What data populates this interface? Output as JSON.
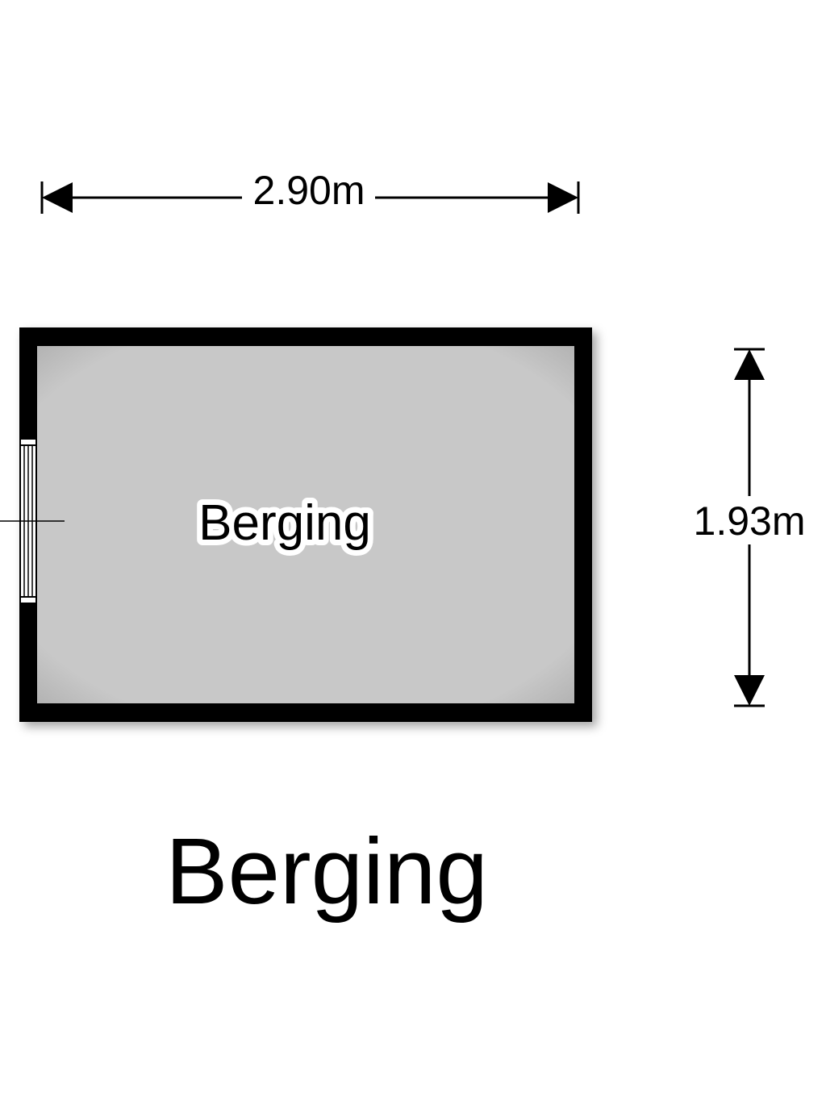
{
  "floorplan": {
    "width_dimension": "2.90m",
    "height_dimension": "1.93m",
    "room_label": "Berging",
    "caption": "Berging",
    "colors": {
      "wall": "#000000",
      "floor": "#c8c8c8",
      "background": "#ffffff",
      "window_frame": "#ffffff"
    },
    "elements": {
      "window": "window-icon",
      "width_arrow": "horizontal-dimension-arrow",
      "height_arrow": "vertical-dimension-arrow"
    }
  }
}
